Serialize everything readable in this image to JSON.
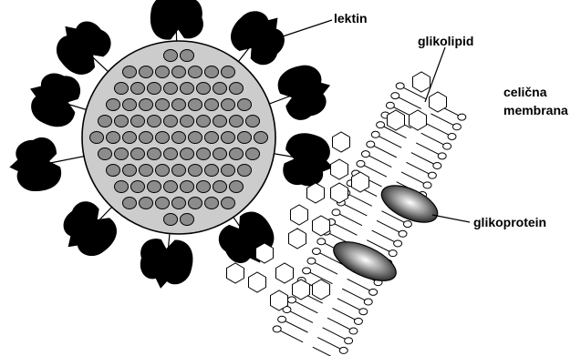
{
  "labels": {
    "lectin": "lektin",
    "glycolipid": "glikolipid",
    "membrane_line1": "celična",
    "membrane_line2": "membrana",
    "glycoprotein": "glikoprotein"
  },
  "colors": {
    "background": "#ffffff",
    "ink": "#000000",
    "cell_fill": "#cccccc",
    "dot_fill": "#8c8c8c",
    "lipid_head": "#ffffff"
  }
}
